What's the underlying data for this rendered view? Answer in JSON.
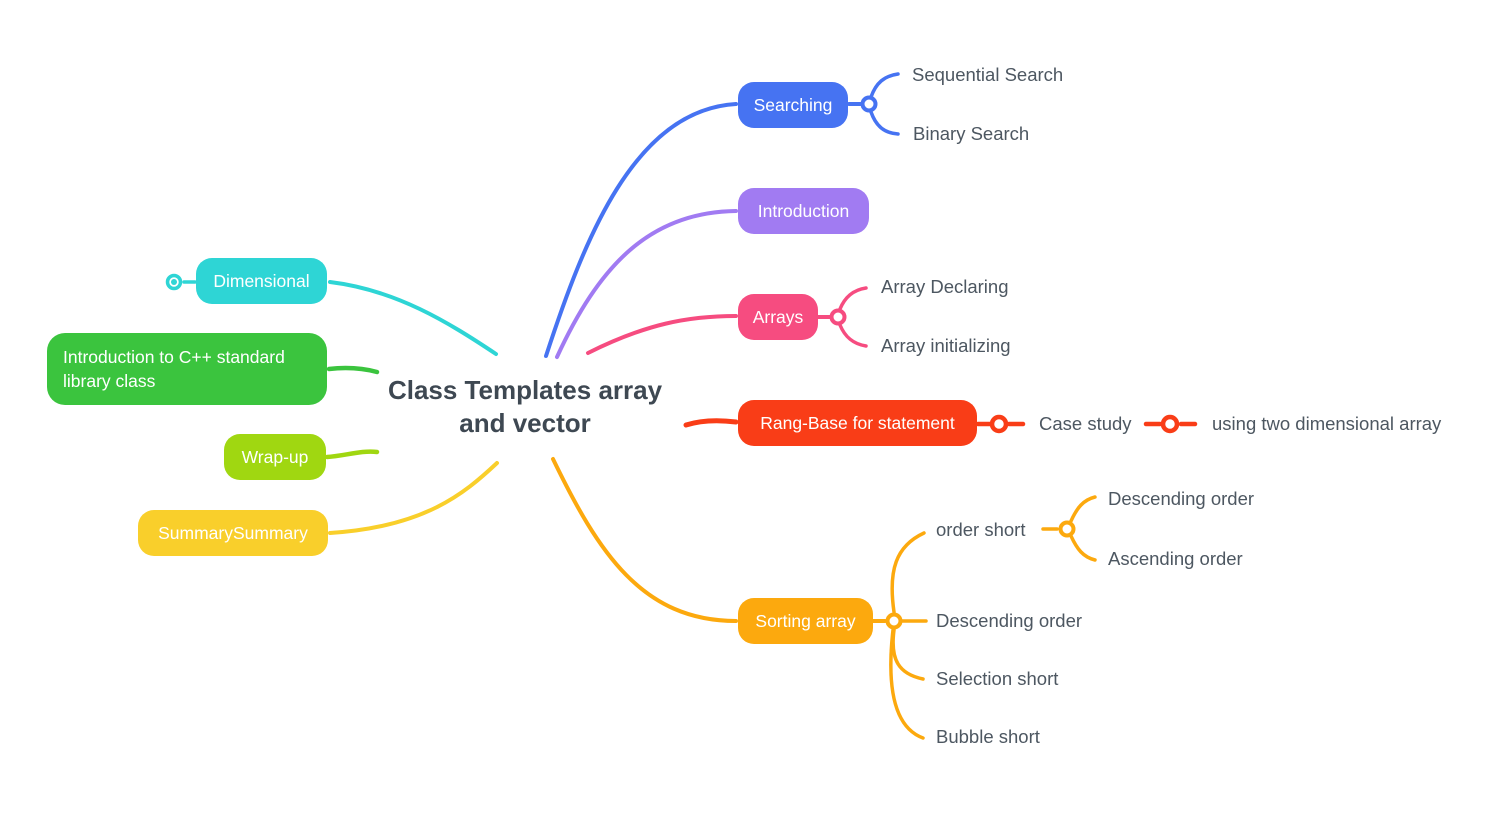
{
  "center": {
    "title": "Class Templates array\nand vector"
  },
  "colors": {
    "searching": "#4673f2",
    "introduction": "#a17bf2",
    "arrays": "#f64c80",
    "rang_base": "#f93d17",
    "sorting": "#fca90e",
    "dimensional": "#2ed5d5",
    "intro_cpp": "#3bc43e",
    "wrap_up": "#a0d711",
    "summary": "#f9cf2b",
    "title_text": "#3e4852",
    "leaf_text": "#4d5761",
    "background": "#ffffff"
  },
  "right_branches": [
    {
      "id": "searching",
      "label": "Searching",
      "color": "#4673f2",
      "children": [
        "Sequential Search",
        "Binary Search"
      ]
    },
    {
      "id": "introduction",
      "label": "Introduction",
      "color": "#a17bf2",
      "children": []
    },
    {
      "id": "arrays",
      "label": "Arrays",
      "color": "#f64c80",
      "children": [
        "Array Declaring",
        "Array initializing"
      ]
    },
    {
      "id": "rang-base",
      "label": "Rang-Base for statement",
      "color": "#f93d17",
      "children": [
        {
          "label": "Case study",
          "children": [
            "using two dimensional array"
          ]
        }
      ]
    },
    {
      "id": "sorting",
      "label": "Sorting array",
      "color": "#fca90e",
      "children": [
        {
          "label": "order short",
          "children": [
            "Descending order",
            "Ascending order"
          ]
        },
        "Descending order",
        "Selection short",
        "Bubble short"
      ]
    }
  ],
  "left_branches": [
    {
      "id": "dimensional",
      "label": "Dimensional",
      "color": "#2ed5d5"
    },
    {
      "id": "intro-cpp",
      "label": "Introduction to C++ standard library class",
      "color": "#3bc43e"
    },
    {
      "id": "wrap-up",
      "label": "Wrap-up",
      "color": "#a0d711"
    },
    {
      "id": "summary",
      "label": "SummarySummary",
      "color": "#f9cf2b"
    }
  ]
}
